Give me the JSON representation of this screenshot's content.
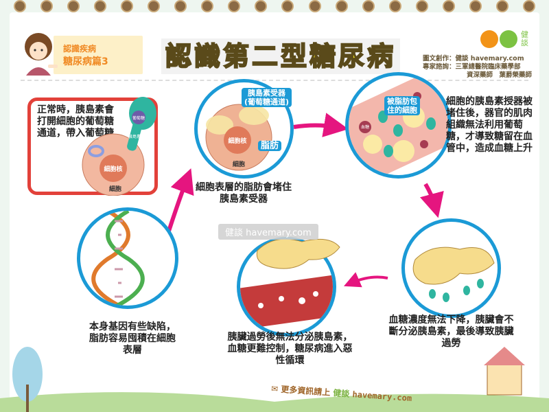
{
  "header": {
    "category": "認識疾病",
    "series": "糖尿病篇3",
    "title": "認識第二型糖尿病",
    "logo_text": "健談",
    "credit_label": "圖文創作：健談 havemary.com",
    "consult_label": "專家諮詢：三軍總醫院臨床藥學部",
    "consult_name": "資深藥師　葉爵榮藥師"
  },
  "normal_box": {
    "text": "正常時，胰島素會打開細胞的葡萄糖通道，帶入葡萄糖",
    "insulin_label": "胰島素",
    "glucose_label": "葡萄糖",
    "nucleus": "細胞核",
    "cell": "細胞"
  },
  "steps": [
    {
      "caption": "本身基因有些缺陷，脂肪容易囤積在細胞表層"
    },
    {
      "caption": "細胞表層的脂肪會堵住胰島素受器",
      "receptor_tag": "胰島素受器\n(葡萄糖通道)",
      "fat_tag": "脂肪",
      "nucleus": "細胞核",
      "cell": "細胞"
    },
    {
      "caption": "細胞的胰島素授器被堵住後，器官的肌肉組織無法利用葡萄糖，才導致糖留在血管中，造成血糖上升",
      "tag": "被脂肪包住的細胞",
      "sugar_label": "血糖"
    },
    {
      "caption": "血糖濃度無法下降，胰臟會不斷分泌胰島素，最後導致胰臟過勞"
    },
    {
      "caption": "胰臟過勞後無法分泌胰島素，血糖更難控制，糖尿病進入惡性循環"
    }
  ],
  "watermark": "健談 havemary.com",
  "footer": {
    "prefix": "更多資訊請上",
    "brand": "健談",
    "url": "havemary.com"
  },
  "colors": {
    "circle": "#1b9ad6",
    "arrow": "#e5157f",
    "box": "#e2413a",
    "title": "#f5e51c"
  }
}
